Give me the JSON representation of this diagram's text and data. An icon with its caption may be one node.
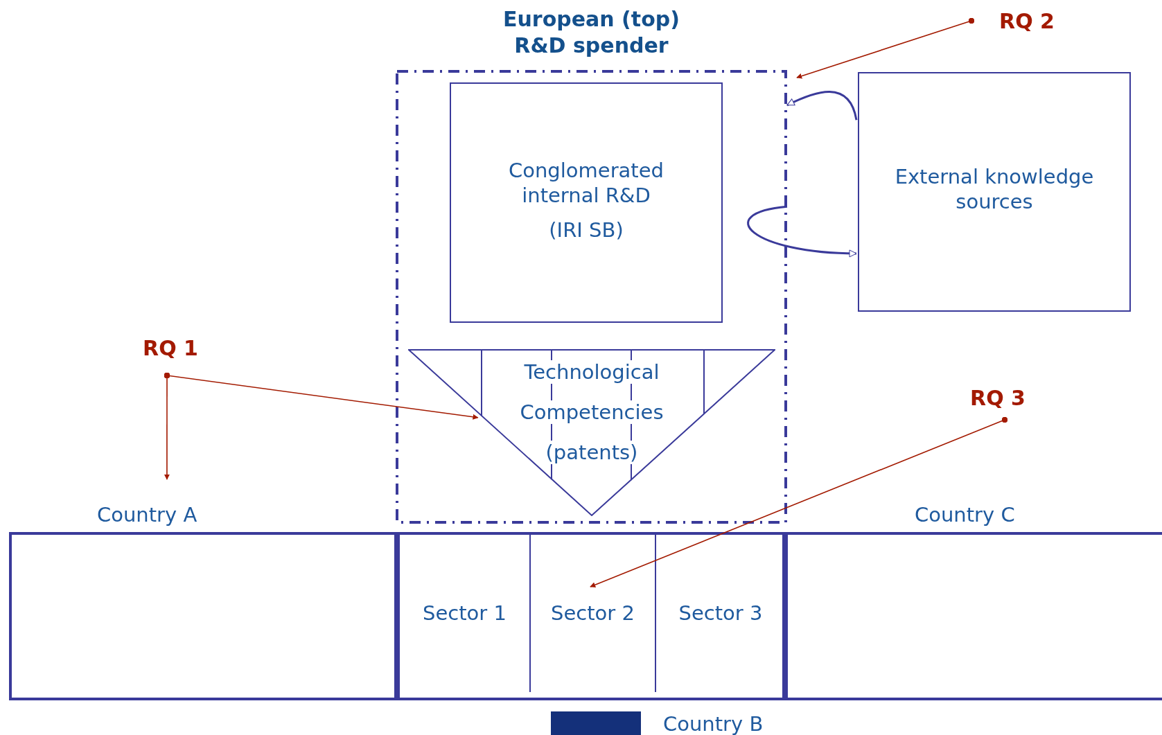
{
  "diagram": {
    "nodes": [
      {
        "text": [
          "European (top) R&D spender"
        ]
      },
      {
        "text": [
          "Conglomerated internal R&D",
          "(IRI SB)"
        ],
        "in": 0
      },
      {
        "text": [
          "Technological Competencies (patents)"
        ],
        "in": 0
      },
      {
        "text": [
          "External knowledge sources"
        ]
      },
      {
        "text": [
          "RQ 2"
        ]
      },
      {
        "text": [
          "RQ 1"
        ]
      },
      {
        "text": [
          "RQ 3"
        ]
      },
      {
        "text": [
          "Country A"
        ]
      },
      {
        "text": [],
        "shape": "box"
      },
      {
        "text": [
          "Sector 1"
        ],
        "in": 8
      },
      {
        "text": [
          "Sector 2"
        ],
        "in": 8
      },
      {
        "text": [
          "Sector 3"
        ],
        "in": 8
      },
      {
        "text": [
          "Country C"
        ]
      }
    ],
    "edges": [
      {
        "from": 3,
        "to": 0,
        "arrow": "to",
        "color": "#3a3a9a"
      },
      {
        "from": 0,
        "to": 3,
        "arrow": "to",
        "color": "#3a3a9a"
      },
      {
        "from": 4,
        "to": 0,
        "arrow": "to"
      },
      {
        "from": 5,
        "to": 7,
        "arrow": "to"
      },
      {
        "from": 5,
        "to": 2,
        "arrow": "to"
      },
      {
        "from": 6,
        "to": 10,
        "arrow": "to"
      }
    ],
    "legend": [
      {
        "text": "Country B",
        "color": "#14307a"
      }
    ]
  }
}
